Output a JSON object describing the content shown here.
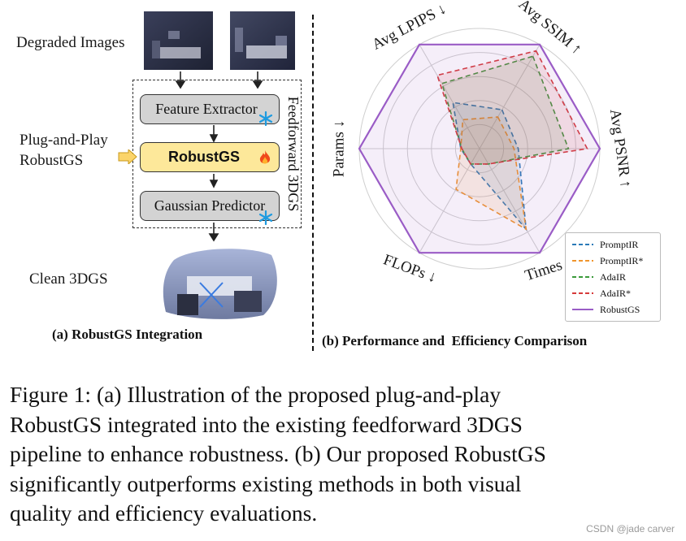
{
  "panel_a": {
    "degraded_label": "Degraded Images",
    "plug_label_1": "Plug-and-Play",
    "plug_label_2": "RobustGS",
    "feature_extractor": "Feature Extractor",
    "robustgs": "RobustGS",
    "gaussian_predictor": "Gaussian Predictor",
    "feedforward_label": "Feedforward 3DGS",
    "clean_label": "Clean 3DGS",
    "caption": "(a) RobustGS Integration"
  },
  "panel_b": {
    "caption": "(b) Performance and  Efficiency Comparison"
  },
  "chart_data": {
    "type": "radar",
    "axes": [
      "Avg SSIM ↑",
      "Avg PSNR ↑",
      "Times ↓",
      "FLOPs ↓",
      "Params ↓",
      "Avg LPIPS ↓"
    ],
    "rings": 5,
    "series": [
      {
        "name": "PromptIR",
        "color": "#2a7ab8",
        "dash": "6 4",
        "values": [
          0.28,
          0.22,
          0.74,
          0.02,
          0.03,
          0.36
        ]
      },
      {
        "name": "PromptIR*",
        "color": "#f0952c",
        "dash": "6 4",
        "values": [
          0.2,
          0.18,
          0.74,
          0.3,
          0.03,
          0.17
        ]
      },
      {
        "name": "AdaIR",
        "color": "#3a9a3a",
        "dash": "6 4",
        "values": [
          0.87,
          0.7,
          0.02,
          0.02,
          0.02,
          0.57
        ]
      },
      {
        "name": "AdaIR*",
        "color": "#d63a3a",
        "dash": "6 4",
        "values": [
          0.93,
          0.88,
          0.02,
          0.02,
          0.02,
          0.66
        ]
      },
      {
        "name": "RobustGS",
        "color": "#9a5cc6",
        "dash": "",
        "values": [
          1,
          1,
          1,
          1,
          1,
          1
        ]
      }
    ]
  },
  "caption": {
    "lines": [
      "Figure 1: (a) Illustration of the proposed plug-and-play",
      "RobustGS integrated into the existing feedforward 3DGS",
      "pipeline to enhance robustness. (b) Our proposed RobustGS",
      "significantly outperforms existing methods in both visual",
      "quality and efficiency evaluations."
    ]
  },
  "watermark": "CSDN @jade carver",
  "icons": {
    "snowflake": "snowflake-icon",
    "flame": "flame-icon",
    "arrow": "arrow-icon"
  }
}
